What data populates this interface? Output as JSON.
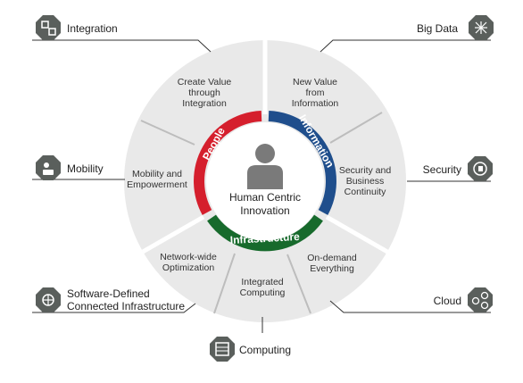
{
  "center": {
    "line1": "Human Centric",
    "line2": "Innovation"
  },
  "ring": {
    "people": {
      "label": "People",
      "color": "#d51f2d"
    },
    "information": {
      "label": "Information",
      "color": "#1f4e8c"
    },
    "infrastructure": {
      "label": "Infrastructure",
      "color": "#176a2c"
    }
  },
  "segments": {
    "create_value": [
      "Create Value",
      "through",
      "Integration"
    ],
    "new_value": [
      "New Value",
      "from",
      "Information"
    ],
    "security_continuity": [
      "Security and",
      "Business",
      "Continuity"
    ],
    "on_demand": [
      "On-demand",
      "Everything"
    ],
    "integrated": [
      "Integrated",
      "Computing"
    ],
    "network_wide": [
      "Network-wide",
      "Optimization"
    ],
    "mobility_empowerment": [
      "Mobility and",
      "Empowerment"
    ]
  },
  "outer_labels": {
    "integration": {
      "text": "Integration",
      "icon": "integration-icon"
    },
    "big_data": {
      "text": "Big Data",
      "icon": "big-data-icon"
    },
    "mobility": {
      "text": "Mobility",
      "icon": "mobility-icon"
    },
    "security": {
      "text": "Security",
      "icon": "security-icon"
    },
    "sdci": {
      "line1": "Software-Defined",
      "line2": "Connected Infrastructure",
      "icon": "software-defined-icon"
    },
    "cloud": {
      "text": "Cloud",
      "icon": "cloud-icon"
    },
    "computing": {
      "text": "Computing",
      "icon": "computing-icon"
    }
  },
  "colors": {
    "disc": "#e9e9e9",
    "icon_bg": "#5a5f5c",
    "line": "#333333",
    "divider": "#ffffff"
  }
}
